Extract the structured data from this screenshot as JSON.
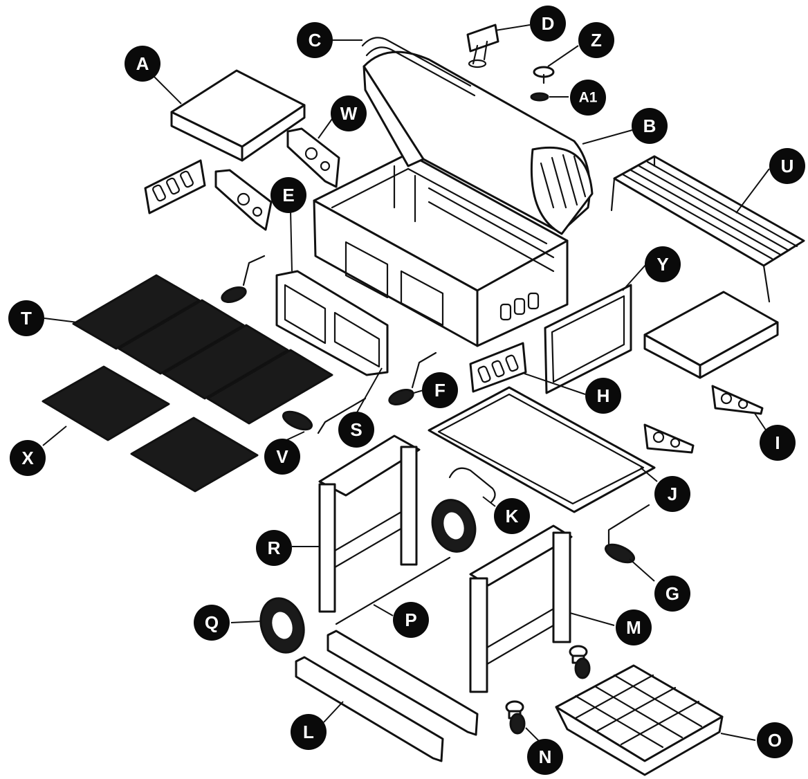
{
  "parts": [
    {
      "id": "A",
      "label": "A"
    },
    {
      "id": "A1",
      "label": "A1"
    },
    {
      "id": "B",
      "label": "B"
    },
    {
      "id": "C",
      "label": "C"
    },
    {
      "id": "D",
      "label": "D"
    },
    {
      "id": "E",
      "label": "E"
    },
    {
      "id": "F",
      "label": "F"
    },
    {
      "id": "G",
      "label": "G"
    },
    {
      "id": "H",
      "label": "H"
    },
    {
      "id": "I",
      "label": "I"
    },
    {
      "id": "J",
      "label": "J"
    },
    {
      "id": "K",
      "label": "K"
    },
    {
      "id": "L",
      "label": "L"
    },
    {
      "id": "M",
      "label": "M"
    },
    {
      "id": "N",
      "label": "N"
    },
    {
      "id": "O",
      "label": "O"
    },
    {
      "id": "P",
      "label": "P"
    },
    {
      "id": "Q",
      "label": "Q"
    },
    {
      "id": "R",
      "label": "R"
    },
    {
      "id": "S",
      "label": "S"
    },
    {
      "id": "T",
      "label": "T"
    },
    {
      "id": "U",
      "label": "U"
    },
    {
      "id": "V",
      "label": "V"
    },
    {
      "id": "W",
      "label": "W"
    },
    {
      "id": "X",
      "label": "X"
    },
    {
      "id": "Y",
      "label": "Y"
    },
    {
      "id": "Z",
      "label": "Z"
    }
  ],
  "colors": {
    "badge": "#0a0a0a",
    "line": "#111111",
    "background": "#ffffff"
  }
}
